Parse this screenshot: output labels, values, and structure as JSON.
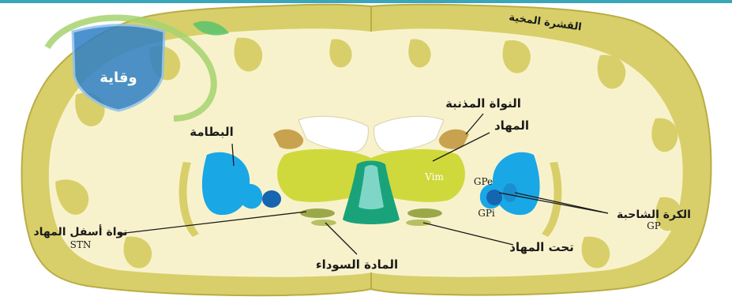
{
  "labels": {
    "cortex": "القشرة المخية",
    "caudate": "النواة المذنبة",
    "thalamus": "المهاد",
    "vim": "Vim",
    "putamen": "البطامة",
    "gpe": "GPe",
    "gpi": "GPi",
    "globus_pallidus_ar": "الكرة الشاحبة",
    "globus_pallidus_en": "GP",
    "stn_ar": "نواة أسفل المهاد",
    "stn_en": "STN",
    "substantia_nigra": "المادة السوداء",
    "hypothalamus_sub": "تحت المهاد"
  },
  "watermark": {
    "text": "وقاية"
  },
  "colors": {
    "gyrus_outer": "#d8cf6a",
    "white_matter": "#f8f2cc",
    "caudate": "#c9a24f",
    "thalamus": "#cfd93c",
    "putamen": "#1aa7e6",
    "gp_dark": "#1565b0",
    "midbrain": "#1aa37a",
    "stn": "#9aa84a",
    "accent_topline": "#3aa6b9"
  }
}
